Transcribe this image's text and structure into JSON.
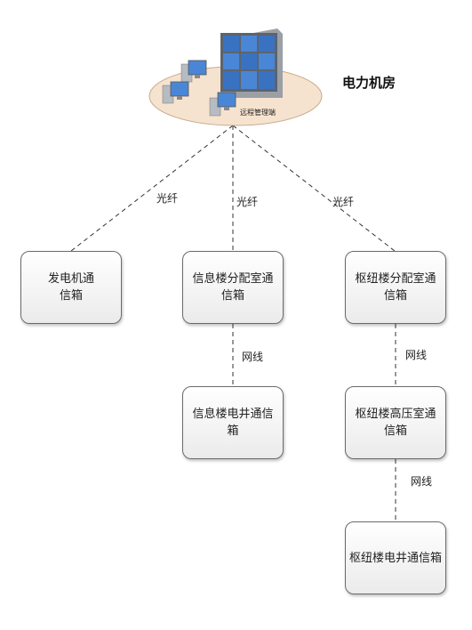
{
  "title": "电力机房",
  "hub": {
    "caption": "远程管理端"
  },
  "links": {
    "fiber_left": "光纤",
    "fiber_mid": "光纤",
    "fiber_right": "光纤",
    "net_mid": "网线",
    "net_right_1": "网线",
    "net_right_2": "网线"
  },
  "boxes": {
    "generator": "发电机通信箱",
    "info_distribution": "信息楼分配室通信箱",
    "hub_distribution": "枢纽楼分配室通信箱",
    "info_shaft": "信息楼电井通信箱",
    "hub_highvoltage": "枢纽楼高压室通信箱",
    "hub_shaft": "枢纽楼电井通信箱"
  },
  "colors": {
    "box_border": "#6b6b6b",
    "ellipse_fill": "#f6e3cf",
    "screen": "#3a72c2"
  }
}
